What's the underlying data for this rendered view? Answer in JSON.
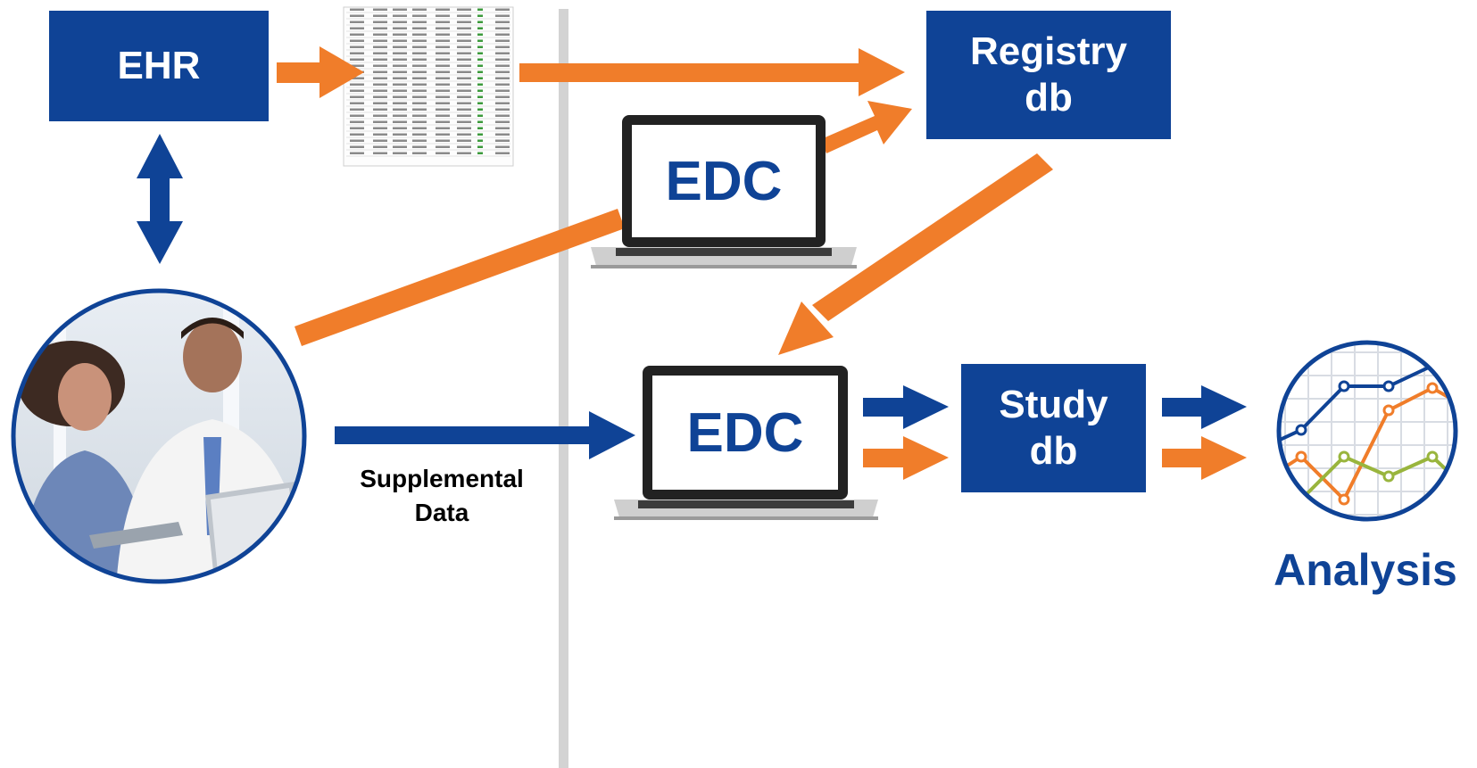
{
  "colors": {
    "navy": "#0f4396",
    "orange": "#f07d2a",
    "green": "#99b53d",
    "divider": "#d3d3d3"
  },
  "boxes": {
    "ehr": "EHR",
    "registry_db": [
      "Registry",
      "db"
    ],
    "study_db": [
      "Study",
      "db"
    ]
  },
  "laptops": {
    "top": "EDC",
    "bottom": "EDC"
  },
  "labels": {
    "supplemental_data": [
      "Supplemental",
      "Data"
    ],
    "analysis": "Analysis"
  },
  "icons": {
    "spreadsheet": "spreadsheet-thumbnail-icon",
    "clinicians_photo": "clinicians-photo",
    "analysis_chart": "line-chart-icon",
    "laptop": "laptop-icon"
  }
}
